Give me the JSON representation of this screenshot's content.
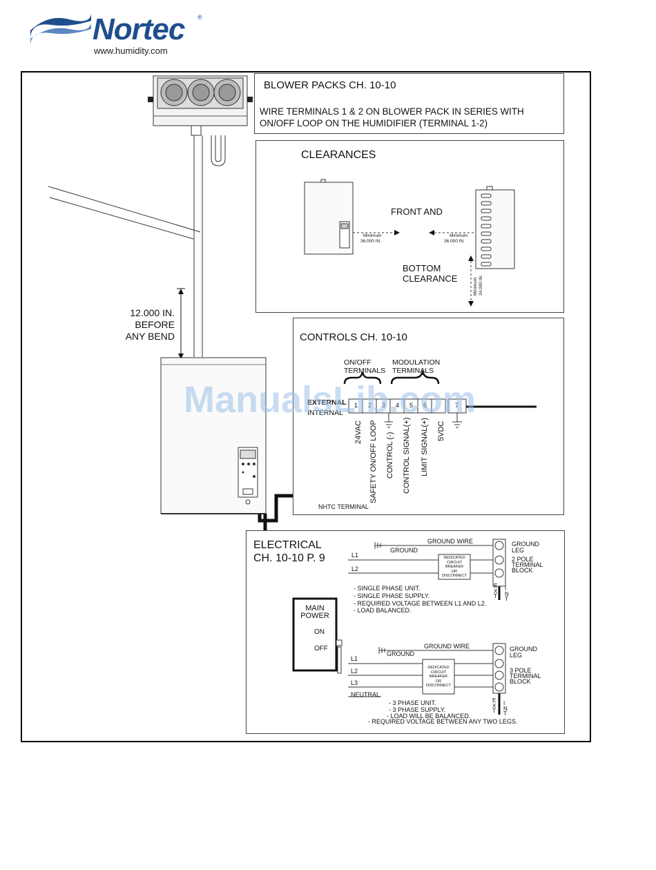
{
  "header": {
    "brand": "Nortec",
    "website": "www.humidity.com",
    "registered": "®"
  },
  "blower_packs": {
    "title": "BLOWER PACKS  CH. 10-10",
    "note_line1": "WIRE TERMINALS 1 & 2 ON BLOWER PACK IN SERIES WITH",
    "note_line2": "ON/OFF LOOP ON THE HUMIDIFIER (TERMINAL 1-2)"
  },
  "clearances": {
    "title": "CLEARANCES",
    "front_and": "FRONT AND",
    "bottom_line1": "BOTTOM",
    "bottom_line2": "CLEARANCE",
    "min_left_label": "Minimum",
    "min_left_value": "36.000 IN.",
    "min_right_label": "Minimum",
    "min_right_value": "36.000 IN.",
    "min_bottom_label": "Minimum",
    "min_bottom_value": "24.000 IN."
  },
  "bend_note": {
    "line1": "12.000 IN.",
    "line2": "BEFORE",
    "line3": "ANY BEND"
  },
  "controls": {
    "title": "CONTROLS  CH. 10-10",
    "onoff_line1": "ON/OFF",
    "onoff_line2": "TERMINALS",
    "mod_line1": "MODULATION",
    "mod_line2": "TERMINALS",
    "external": "EXTERNAL",
    "internal": "INTERNAL",
    "terminal_numbers": [
      "1",
      "2",
      "3",
      "4",
      "5",
      "6",
      "7"
    ],
    "labels": [
      "24VAC",
      "SAFETY ON/OFF LOOP",
      "CONTROL (-)",
      "CONTROL SIGNAL(+)",
      "LIMIT SIGNAL(+)",
      "5VDC"
    ],
    "footer": "NHTC TERMINAL"
  },
  "electrical": {
    "title_line1": "ELECTRICAL",
    "title_line2": "CH. 10-10 P. 9",
    "single": {
      "ground_wire": "GROUND WIRE",
      "ground": "GROUND",
      "l1": "L1",
      "l2": "L2",
      "breaker_lines": [
        "DEDICATED",
        "CIRCUIT",
        "BREAKER",
        "OR",
        "DISCONNECT"
      ],
      "ground_leg_line1": "GROUND",
      "ground_leg_line2": "LEG",
      "block_line1": "2 POLE",
      "block_line2": "TERMINAL",
      "block_line3": "BLOCK",
      "ext": "EXT",
      "int": "INT",
      "notes": [
        "- SINGLE PHASE UNIT.",
        "- SINGLE PHASE SUPPLY.",
        "- REQUIRED VOLTAGE BETWEEN L1 AND L2.",
        "- LOAD BALANCED."
      ]
    },
    "main_power": {
      "line1": "MAIN",
      "line2": "POWER",
      "on": "ON",
      "off": "OFF"
    },
    "three": {
      "ground_wire": "GROUND WIRE",
      "ground": "GROUND",
      "l1": "L1",
      "l2": "L2",
      "l3": "L3",
      "neutral": "NEUTRAL",
      "breaker_lines": [
        "DEDICATED",
        "CIRCUIT",
        "BREAKER",
        "OR",
        "DISCONNECT"
      ],
      "ground_leg_line1": "GROUND",
      "ground_leg_line2": "LEG",
      "block_line1": "3 POLE",
      "block_line2": "TERMINAL",
      "block_line3": "BLOCK",
      "ext": "EXT",
      "int": "INT",
      "notes": [
        "- 3 PHASE UNIT.",
        "- 3 PHASE SUPPLY.",
        "- LOAD WILL BE BALANCED.",
        "- REQUIRED VOLTAGE BETWEEN ANY TWO LEGS."
      ]
    }
  },
  "watermark": "ManualsLib.com"
}
